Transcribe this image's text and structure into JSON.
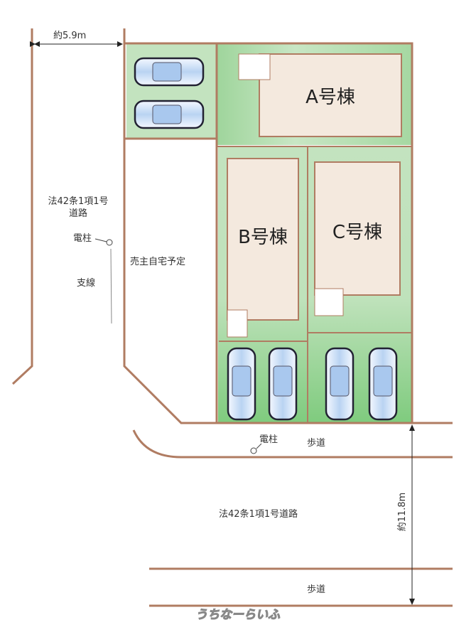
{
  "dimensions": {
    "frontage_width": "約5.9m",
    "road_width": "約11.8m"
  },
  "buildings": {
    "a": "A号棟",
    "b": "B号棟",
    "c": "C号棟"
  },
  "labels": {
    "west_road_line1": "法42条1項1号",
    "west_road_line2": "道路",
    "utility_pole_west": "電柱",
    "guy_wire": "支線",
    "seller_home": "売主自宅予定",
    "utility_pole_south": "電柱",
    "sidewalk_north": "歩道",
    "south_road": "法42条1項1号道路",
    "sidewalk_south": "歩道"
  },
  "watermark": "うちなーらいふ",
  "colors": {
    "boundary": "#b07c62",
    "lot_green": "#c3e3bf",
    "building": "#f4e9de",
    "car": "#cfe0f5"
  }
}
